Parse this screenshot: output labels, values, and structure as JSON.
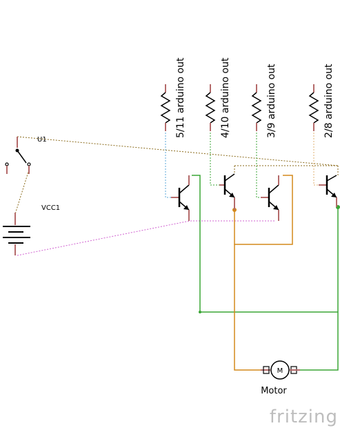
{
  "labels": {
    "resistor_1": "5/11 arduino out",
    "resistor_2": "4/10 arduino out",
    "resistor_3": "3/9 arduino out",
    "resistor_4": "2/8 arduino out",
    "switch": "U1",
    "battery": "VCC1",
    "motor": "Motor",
    "motor_symbol": "M",
    "brand": "fritzing"
  },
  "colors": {
    "wire_green": "#3aa535",
    "wire_orange": "#d4891a",
    "wire_brown": "#8a6a1a",
    "wire_magenta": "#d060d0",
    "wire_blue": "#5aa7d8",
    "wire_tan": "#e2b070",
    "pin": "#b46a6a",
    "brand": "#bdbdbd"
  }
}
